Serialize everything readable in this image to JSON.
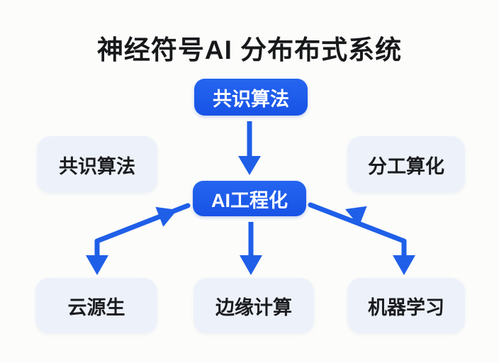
{
  "page": {
    "title": "神经符号AI 分布布式系统"
  },
  "colors": {
    "node_blue": "#1b59e9",
    "node_light_blue": "#edf2fa",
    "arrow_blue": "#1f5fe8",
    "title_text": "#17181a",
    "node_dark_text": "#1b1c1f",
    "node_white_text": "#ffffff",
    "background": "#fcfcfb"
  },
  "diagram": {
    "nodes": [
      {
        "id": "top",
        "label": "共识算法",
        "variant": "primary"
      },
      {
        "id": "left",
        "label": "共识算法",
        "variant": "light"
      },
      {
        "id": "right",
        "label": "分工算化",
        "variant": "light"
      },
      {
        "id": "center",
        "label": "AI工程化",
        "variant": "primary"
      },
      {
        "id": "bottom-left",
        "label": "云源生",
        "variant": "light"
      },
      {
        "id": "bottom-center",
        "label": "边缘计算",
        "variant": "light"
      },
      {
        "id": "bottom-right",
        "label": "机器学习",
        "variant": "light"
      }
    ],
    "edges": [
      {
        "from": "top",
        "to": "center",
        "style": "straight-down"
      },
      {
        "from": "center",
        "to": "bottom-left",
        "style": "bend-down-left"
      },
      {
        "from": "center",
        "to": "bottom-center",
        "style": "straight-down"
      },
      {
        "from": "center",
        "to": "bottom-right",
        "style": "bend-down-right"
      }
    ]
  }
}
